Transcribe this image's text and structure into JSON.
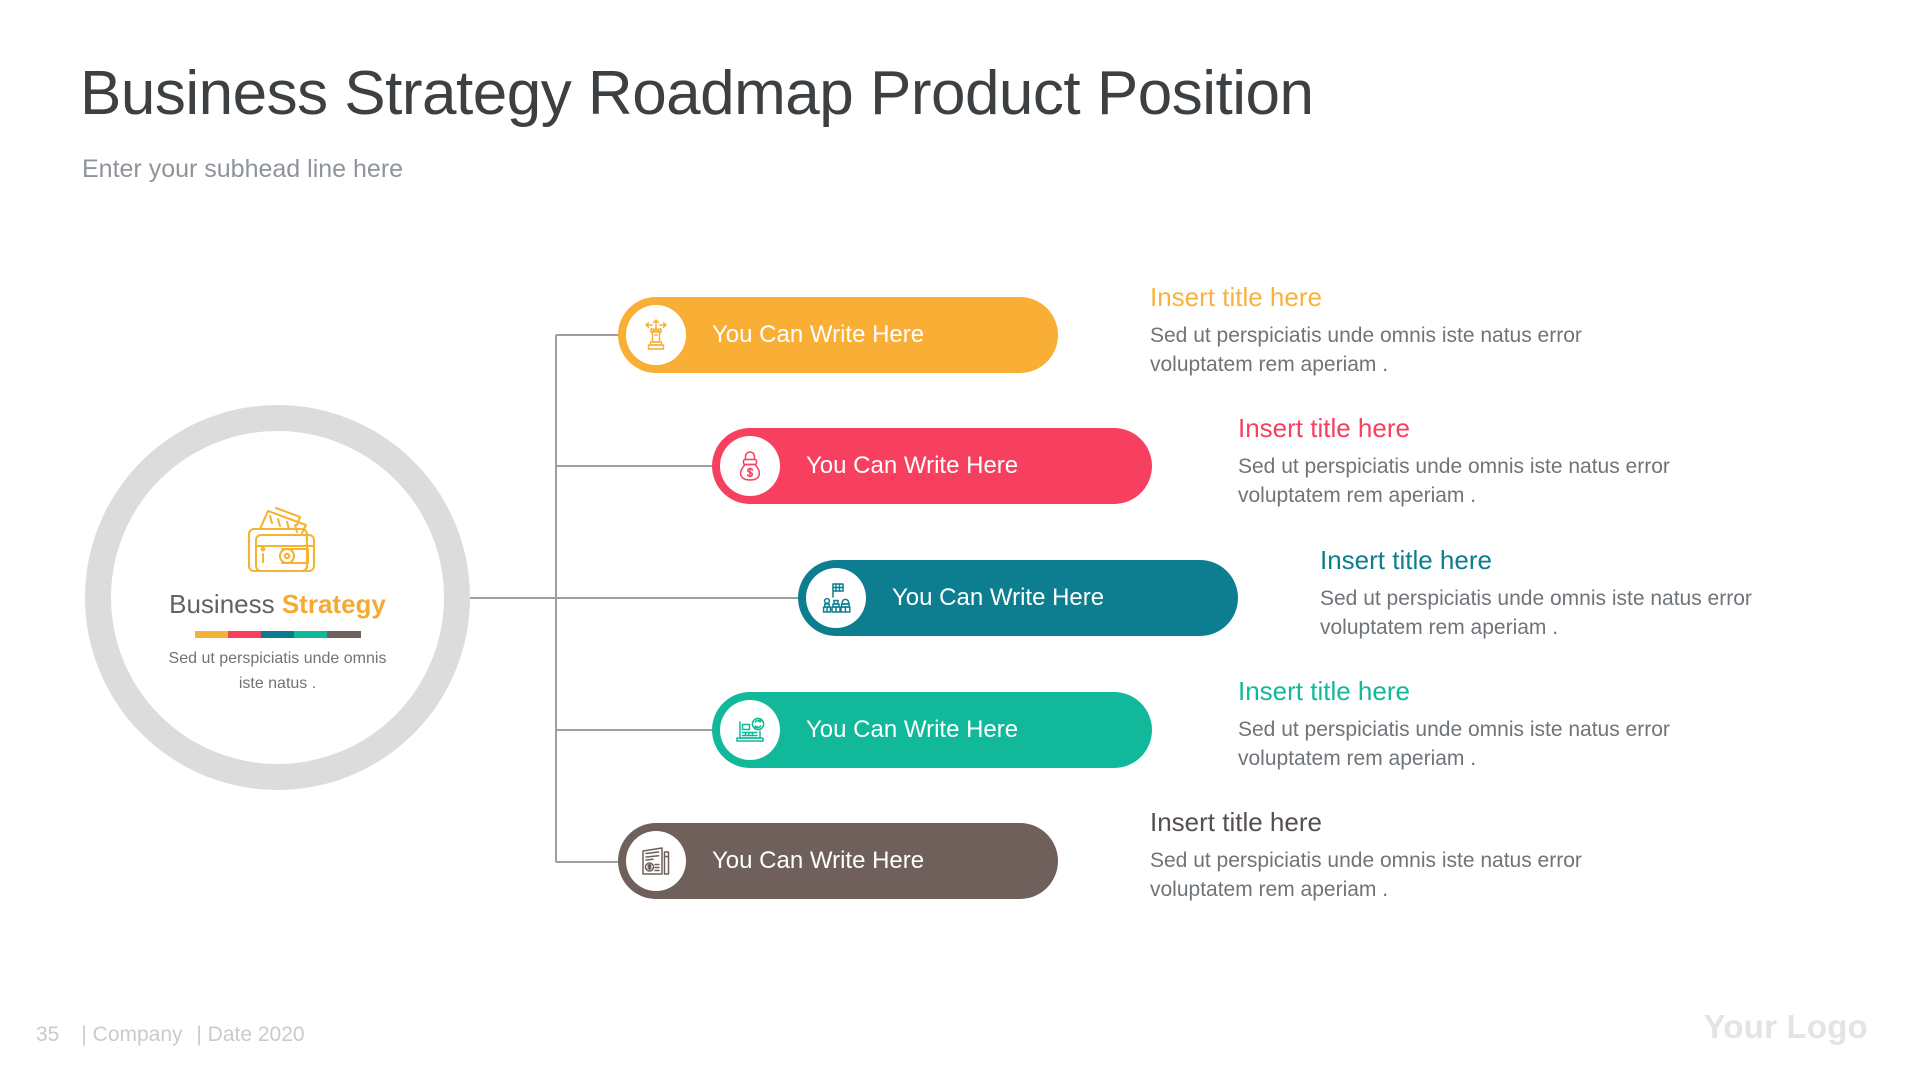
{
  "header": {
    "title": "Business Strategy Roadmap Product Position",
    "subhead": "Enter your subhead line here"
  },
  "hub": {
    "icon": "wallet-cash-icon",
    "label_plain": "Business ",
    "label_accent": "Strategy",
    "description": "Sed ut perspiciatis unde omnis iste natus .",
    "bar_colors": [
      "#f5b335",
      "#f73f5f",
      "#0c7c8c",
      "#10b99a",
      "#6f605c"
    ]
  },
  "items": [
    {
      "pill_label": "You Can Write Here",
      "color": "#f9ae36",
      "icon": "chess-rook-arrows-icon",
      "desc_title": "Insert title here",
      "desc_body": "Sed ut perspiciatis unde omnis iste natus error voluptatem rem aperiam ."
    },
    {
      "pill_label": "You Can Write Here",
      "color": "#f73f5f",
      "icon": "money-bag-dollar-icon",
      "desc_title": "Insert title here",
      "desc_body": "Sed ut perspiciatis unde omnis iste natus error voluptatem rem aperiam ."
    },
    {
      "pill_label": "You Can Write Here",
      "color": "#0c7e8f",
      "icon": "flag-chess-pieces-icon",
      "desc_title": "Insert title here",
      "desc_body": "Sed ut perspiciatis unde omnis iste natus error voluptatem rem aperiam ."
    },
    {
      "pill_label": "You Can Write Here",
      "color": "#11b99a",
      "icon": "laptop-refresh-icon",
      "desc_title": "Insert title here",
      "desc_body": "Sed ut perspiciatis unde omnis iste natus error voluptatem rem aperiam ."
    },
    {
      "pill_label": "You Can Write Here",
      "color": "#6f605c",
      "icon": "invoice-dollar-icon",
      "desc_title": "Insert title here",
      "desc_body": "Sed ut perspiciatis unde omnis iste natus error voluptatem rem aperiam ."
    }
  ],
  "footer": {
    "page": "35",
    "company": "| Company",
    "date": "| Date 2020",
    "logo": "Your Logo"
  }
}
